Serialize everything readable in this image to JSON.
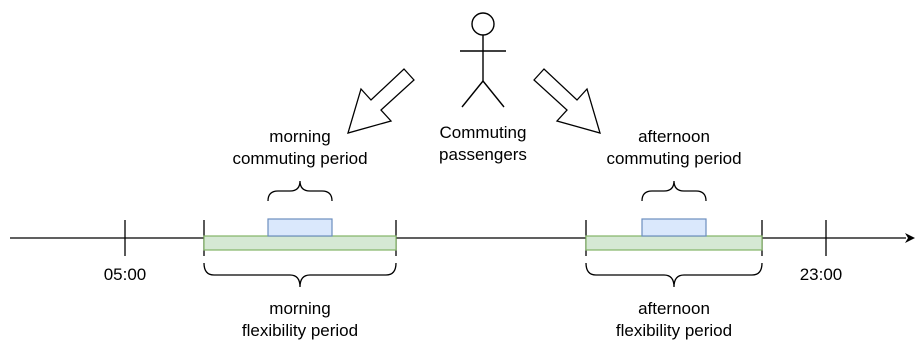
{
  "actor": {
    "line1": "Commuting",
    "line2": "passengers"
  },
  "morning_commuting": {
    "line1": "morning",
    "line2": "commuting period"
  },
  "afternoon_commuting": {
    "line1": "afternoon",
    "line2": "commuting period"
  },
  "morning_flexibility": {
    "line1": "morning",
    "line2": "flexibility period"
  },
  "afternoon_flexibility": {
    "line1": "afternoon",
    "line2": "flexibility period"
  },
  "ticks": {
    "start": "05:00",
    "end": "23:00"
  },
  "colors": {
    "flex_fill": "#d5e8d4",
    "flex_stroke": "#82b366",
    "commute_fill": "#dae8fc",
    "commute_stroke": "#6c8ebf",
    "line": "#000000"
  }
}
